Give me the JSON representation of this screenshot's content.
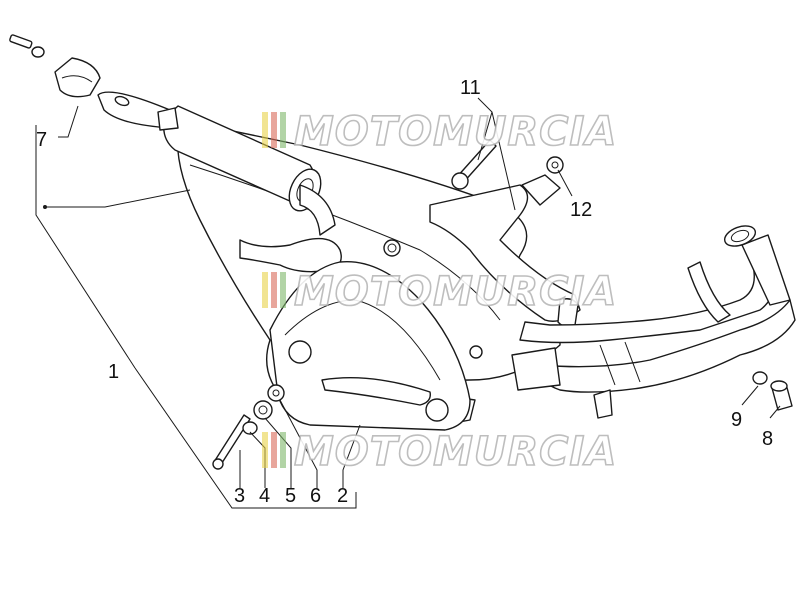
{
  "diagram": {
    "callouts": [
      {
        "id": "1",
        "label": "1"
      },
      {
        "id": "2",
        "label": "2"
      },
      {
        "id": "3",
        "label": "3"
      },
      {
        "id": "4",
        "label": "4"
      },
      {
        "id": "5",
        "label": "5"
      },
      {
        "id": "6",
        "label": "6"
      },
      {
        "id": "7",
        "label": "7"
      },
      {
        "id": "8",
        "label": "8"
      },
      {
        "id": "9",
        "label": "9"
      },
      {
        "id": "11",
        "label": "11"
      },
      {
        "id": "12",
        "label": "12"
      }
    ],
    "watermark": {
      "text": "MOTOMURCIA",
      "colors": [
        "#e8d24a",
        "#d96a5a",
        "#7fb86a"
      ]
    }
  }
}
